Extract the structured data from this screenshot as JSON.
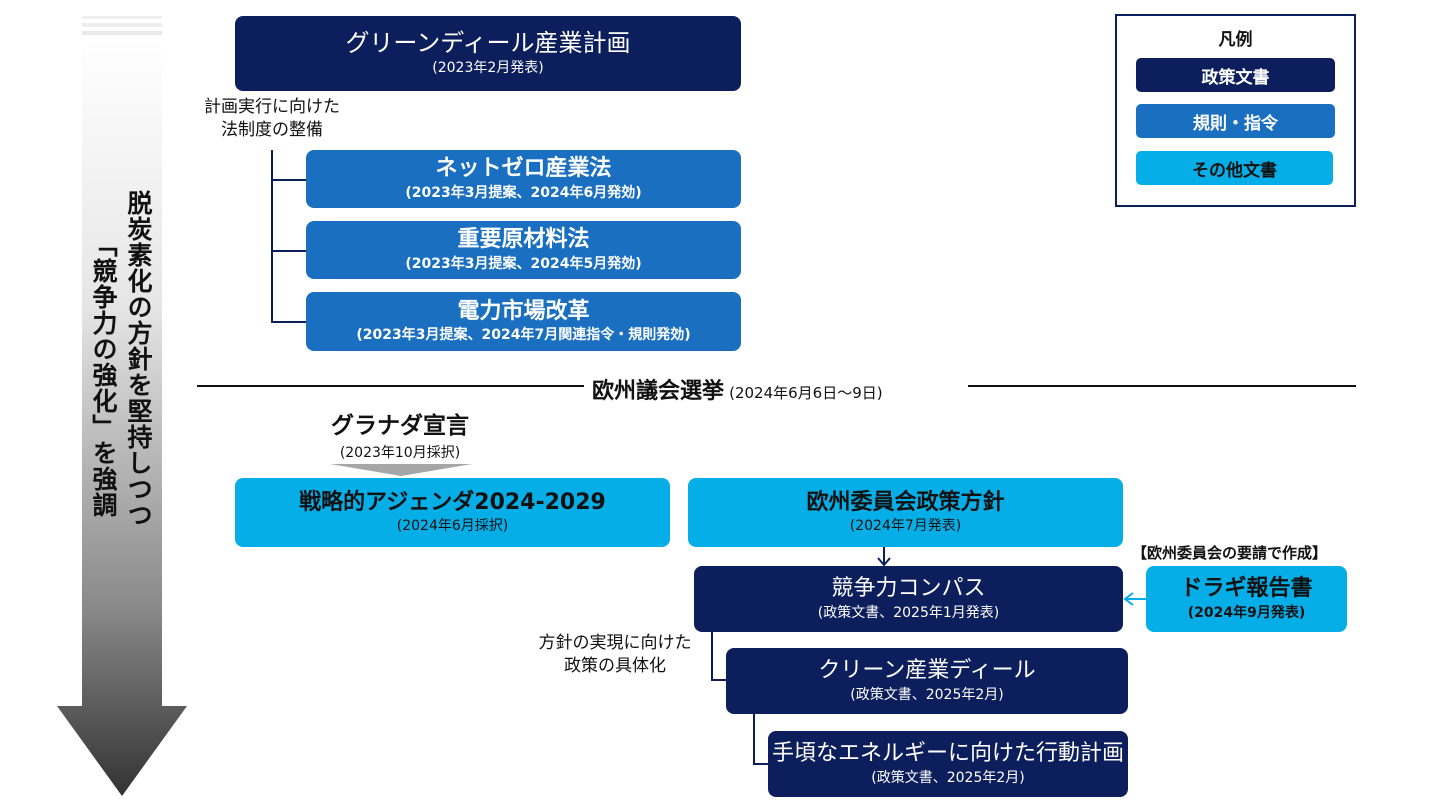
{
  "vertical_arrow": {
    "line1": "脱炭素化の方針を堅持しつつ",
    "line2": "「競争力の強化」を強調"
  },
  "legend": {
    "title": "凡例",
    "items": [
      {
        "label": "政策文書",
        "color": "#0c1f5c"
      },
      {
        "label": "規則・指令",
        "color": "#1a6fc0"
      },
      {
        "label": "その他文書",
        "color": "#06aee8"
      }
    ]
  },
  "green_deal": {
    "title": "グリーンディール産業計画",
    "sub": "(2023年2月発表)"
  },
  "label_implementation": {
    "line1": "計画実行に向けた",
    "line2": "法制度の整備"
  },
  "nzia": {
    "title": "ネットゼロ産業法",
    "sub": "(2023年3月提案、2024年6月発効)"
  },
  "crma": {
    "title": "重要原材料法",
    "sub": "(2023年3月提案、2024年5月発効)"
  },
  "emd": {
    "title": "電力市場改革",
    "sub": "(2023年3月提案、2024年7月関連指令・規則発効)"
  },
  "election": {
    "title": "欧州議会選挙",
    "date": "(2024年6月6日〜9日)"
  },
  "granada": {
    "title": "グラナダ宣言",
    "sub": "(2023年10月採択)"
  },
  "strategic_agenda": {
    "title": "戦略的アジェンダ2024-2029",
    "sub": "(2024年6月採択)"
  },
  "commission_policy": {
    "title": "欧州委員会政策方針",
    "sub": "(2024年7月発表)"
  },
  "compass": {
    "title": "競争力コンパス",
    "sub": "(政策文書、2025年1月発表)"
  },
  "draghi_note": "【欧州委員会の要請で作成】",
  "draghi": {
    "title": "ドラギ報告書",
    "sub": "(2024年9月発表)"
  },
  "label_concretize": {
    "line1": "方針の実現に向けた",
    "line2": "政策の具体化"
  },
  "clean_deal": {
    "title": "クリーン産業ディール",
    "sub": "(政策文書、2025年2月)"
  },
  "energy_plan": {
    "title": "手頃なエネルギーに向けた行動計画",
    "sub": "(政策文書、2025年2月)"
  }
}
